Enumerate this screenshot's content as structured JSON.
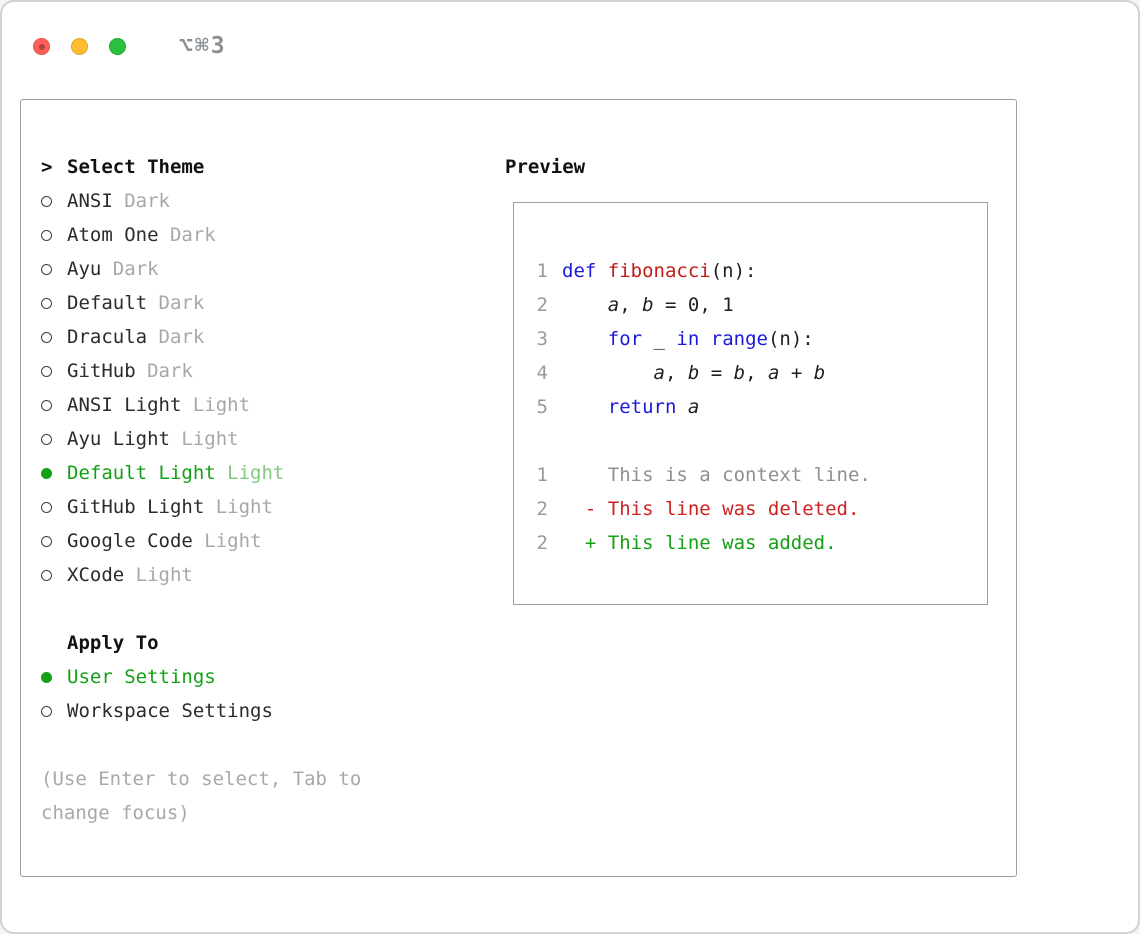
{
  "window": {
    "title": "⌥⌘3"
  },
  "selector": {
    "cursor": ">",
    "heading": "Select Theme",
    "themes": [
      {
        "name": "ANSI",
        "variant": "Dark",
        "selected": false
      },
      {
        "name": "Atom One",
        "variant": "Dark",
        "selected": false
      },
      {
        "name": "Ayu",
        "variant": "Dark",
        "selected": false
      },
      {
        "name": "Default",
        "variant": "Dark",
        "selected": false
      },
      {
        "name": "Dracula",
        "variant": "Dark",
        "selected": false
      },
      {
        "name": "GitHub",
        "variant": "Dark",
        "selected": false
      },
      {
        "name": "ANSI Light",
        "variant": "Light",
        "selected": false
      },
      {
        "name": "Ayu Light",
        "variant": "Light",
        "selected": false
      },
      {
        "name": "Default Light",
        "variant": "Light",
        "selected": true
      },
      {
        "name": "GitHub Light",
        "variant": "Light",
        "selected": false
      },
      {
        "name": "Google Code",
        "variant": "Light",
        "selected": false
      },
      {
        "name": "XCode",
        "variant": "Light",
        "selected": false
      }
    ],
    "apply_to": {
      "heading": "Apply To",
      "options": [
        {
          "label": "User Settings",
          "selected": true
        },
        {
          "label": "Workspace Settings",
          "selected": false
        }
      ]
    },
    "hint": "(Use Enter to select, Tab to change focus)"
  },
  "preview": {
    "heading": "Preview",
    "code_lines": [
      {
        "num": "1",
        "segments": [
          {
            "text": "def ",
            "style": "keyword"
          },
          {
            "text": "fibonacci",
            "style": "function"
          },
          {
            "text": "(n):",
            "style": "plain"
          }
        ]
      },
      {
        "num": "2",
        "segments": [
          {
            "text": "    ",
            "style": "plain"
          },
          {
            "text": "a",
            "style": "variable"
          },
          {
            "text": ", ",
            "style": "plain"
          },
          {
            "text": "b",
            "style": "variable"
          },
          {
            "text": " = 0, 1",
            "style": "plain"
          }
        ]
      },
      {
        "num": "3",
        "segments": [
          {
            "text": "    ",
            "style": "plain"
          },
          {
            "text": "for",
            "style": "keyword"
          },
          {
            "text": " _ ",
            "style": "plain"
          },
          {
            "text": "in",
            "style": "keyword"
          },
          {
            "text": " ",
            "style": "plain"
          },
          {
            "text": "range",
            "style": "keyword"
          },
          {
            "text": "(n):",
            "style": "plain"
          }
        ]
      },
      {
        "num": "4",
        "segments": [
          {
            "text": "        ",
            "style": "plain"
          },
          {
            "text": "a",
            "style": "variable"
          },
          {
            "text": ", ",
            "style": "plain"
          },
          {
            "text": "b",
            "style": "variable"
          },
          {
            "text": " = ",
            "style": "plain"
          },
          {
            "text": "b",
            "style": "variable"
          },
          {
            "text": ", ",
            "style": "plain"
          },
          {
            "text": "a",
            "style": "variable"
          },
          {
            "text": " + ",
            "style": "plain"
          },
          {
            "text": "b",
            "style": "variable"
          }
        ]
      },
      {
        "num": "5",
        "segments": [
          {
            "text": "    ",
            "style": "plain"
          },
          {
            "text": "return",
            "style": "keyword"
          },
          {
            "text": " ",
            "style": "plain"
          },
          {
            "text": "a",
            "style": "variable"
          }
        ]
      }
    ],
    "diff_lines": [
      {
        "num": "1",
        "text": "    This is a context line.",
        "style": "context"
      },
      {
        "num": "2",
        "text": "  - This line was deleted.",
        "style": "deleted"
      },
      {
        "num": "2",
        "text": "  + This line was added.",
        "style": "added"
      }
    ]
  },
  "colors": {
    "accent_green": "#14a014",
    "keyword_blue": "#1a1ad9",
    "function_red": "#c41a16",
    "deleted_red": "#cc2222",
    "added_green": "#14a014",
    "muted_gray": "#a8a8a8"
  }
}
